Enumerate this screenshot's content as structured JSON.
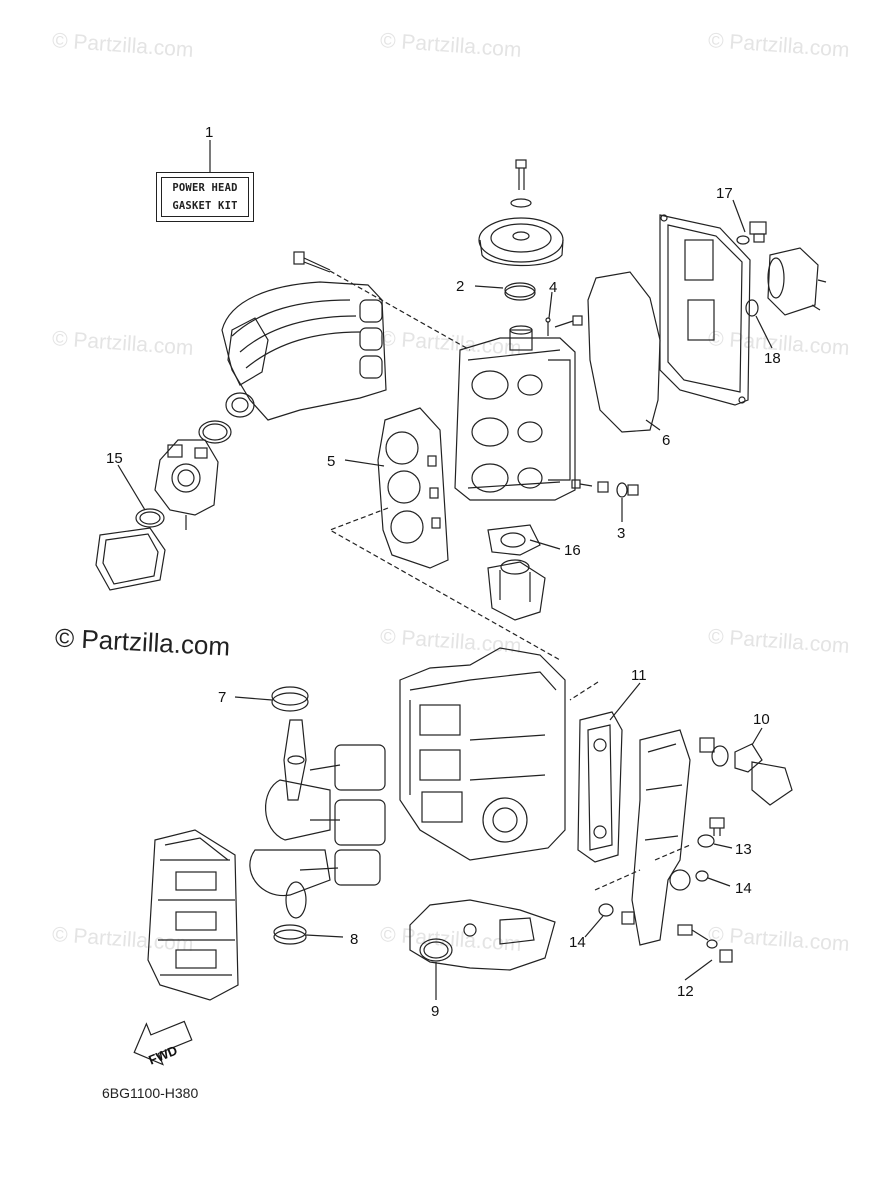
{
  "watermark": {
    "text": "© Partzilla.com"
  },
  "brand": {
    "text": "© Partzilla.com"
  },
  "kit_label": {
    "line1": "POWER HEAD",
    "line2": "GASKET KIT"
  },
  "diagram_code": "6BG1100-H380",
  "fwd_label": "FWD",
  "callouts": [
    "1",
    "2",
    "3",
    "4",
    "5",
    "6",
    "7",
    "8",
    "9",
    "10",
    "11",
    "12",
    "13",
    "14",
    "14",
    "15",
    "16",
    "17",
    "18"
  ]
}
